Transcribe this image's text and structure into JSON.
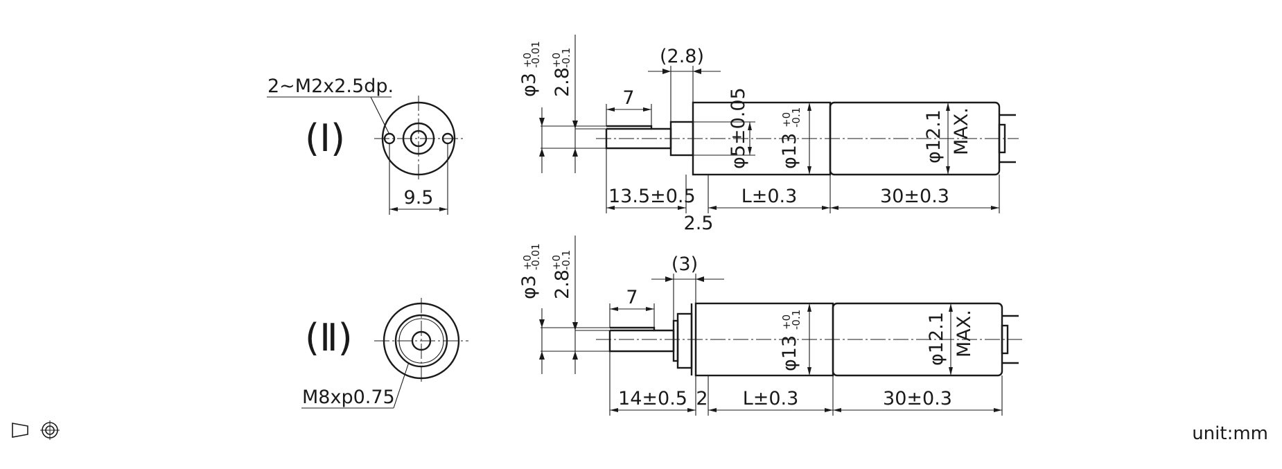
{
  "symbols": {
    "projection_icon": "third-angle-projection-icon"
  },
  "unit_label": "unit:mm",
  "view1": {
    "marker": "(Ⅰ)",
    "callout_thread": "2~M2x2.5dp.",
    "width_dim": "9.5",
    "shaft_dia": "φ3",
    "shaft_dia_tol": "-0.01",
    "flat_dim": "2.8",
    "flat_tol": "-0.1",
    "tol_zero": "+0",
    "boss_width": "(2.8)",
    "flat_length": "7",
    "boss_dia": "φ5±0.05",
    "body_dia": "φ13",
    "body_dia_tol": "-0.1",
    "motor_dia": "φ12.1",
    "motor_max": "MAX.",
    "shaft_length": "13.5±0.5",
    "gear_length": "L±0.3",
    "motor_length": "30±0.3",
    "gap": "2.5"
  },
  "view2": {
    "marker": "(Ⅱ)",
    "callout_thread": "M8xp0.75",
    "shaft_dia": "φ3",
    "shaft_dia_tol": "-0.01",
    "flat_dim": "2.8",
    "flat_tol": "-0.1",
    "tol_zero": "+0",
    "boss_width": "(3)",
    "flat_length": "7",
    "body_dia": "φ13",
    "body_dia_tol": "-0.1",
    "motor_dia": "φ12.1",
    "motor_max": "MAX.",
    "shaft_length": "14±0.5",
    "gap": "2",
    "gear_length": "L±0.3",
    "motor_length": "30±0.3"
  }
}
